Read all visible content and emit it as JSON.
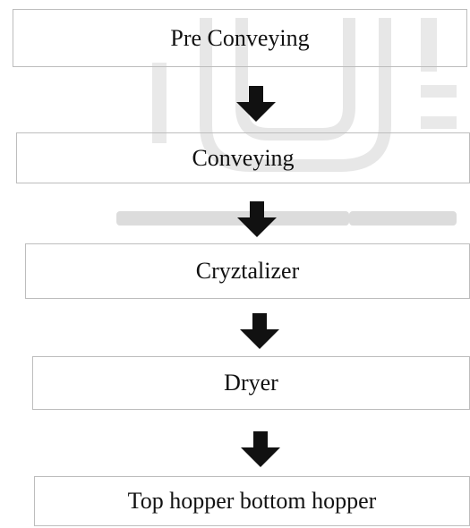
{
  "steps": [
    {
      "label": "Pre Conveying"
    },
    {
      "label": "Conveying"
    },
    {
      "label": "Cryztalizer"
    },
    {
      "label": "Dryer"
    },
    {
      "label": "Top hopper bottom hopper"
    }
  ]
}
